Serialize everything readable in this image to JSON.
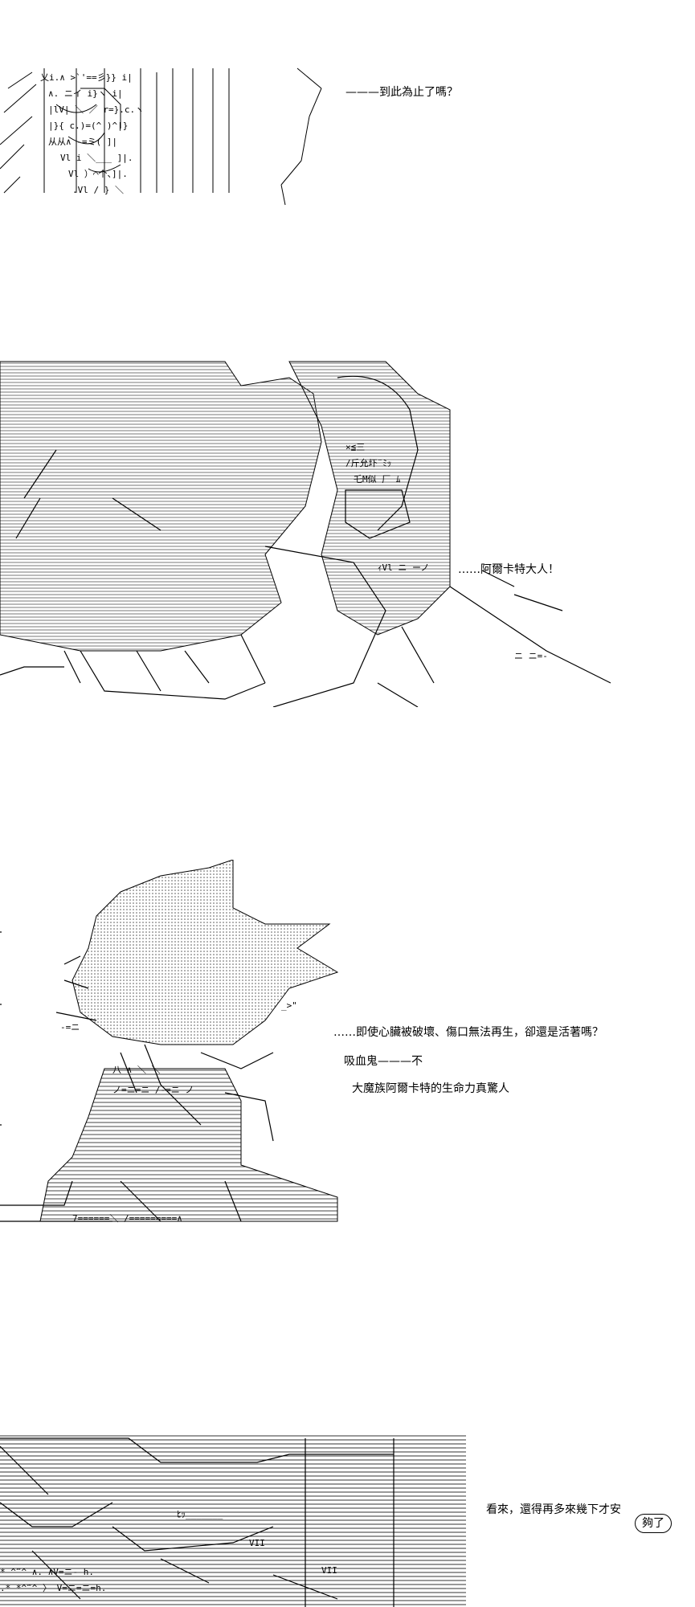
{
  "panels": [
    {
      "dialog": [
        "———到此為止了嗎？"
      ]
    },
    {
      "dialog": [
        "……阿爾卡特大人！"
      ]
    },
    {
      "dialog": [
        "……即使心臟被破壞、傷口無法再生，卻還是活著嗎？",
        "吸血鬼———不",
        "大魔族阿爾卡特的生命力真驚人"
      ]
    },
    {
      "dialog": [
        "看來，還得再多來幾下才安",
        "夠了"
      ]
    }
  ],
  "colors": {
    "ink": "#000000",
    "paper": "#ffffff",
    "hatch": "#555555"
  }
}
